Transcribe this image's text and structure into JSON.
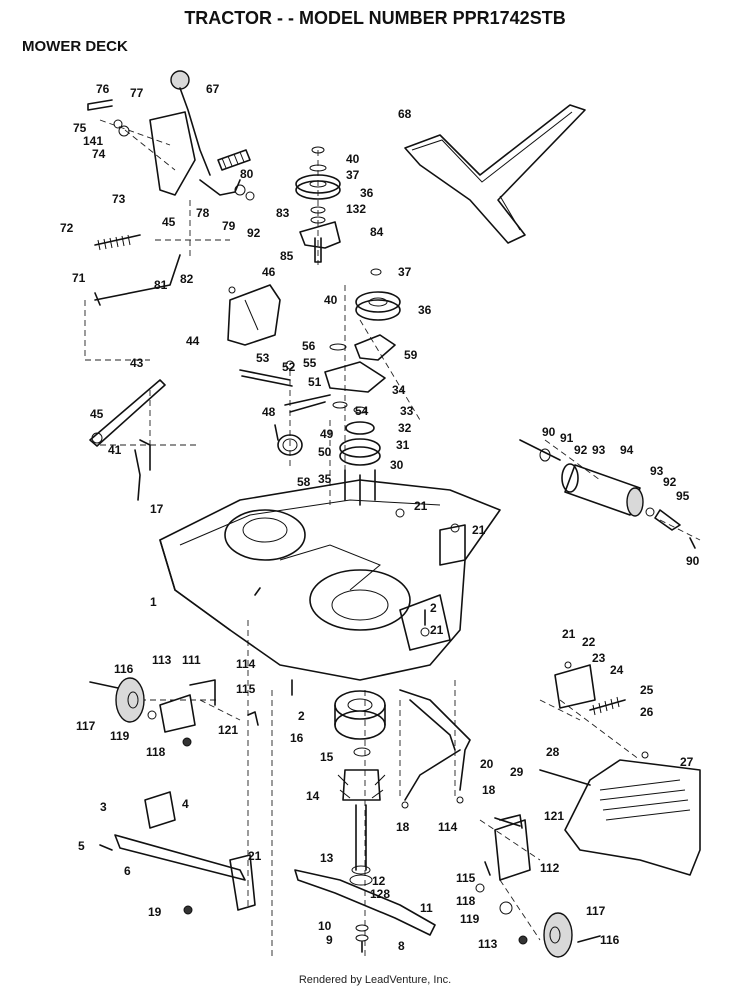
{
  "title": "TRACTOR - - MODEL NUMBER PPR1742STB",
  "subtitle": "MOWER DECK",
  "footer": "Rendered by LeadVenture, Inc.",
  "callouts": [
    "76",
    "77",
    "67",
    "75",
    "141",
    "74",
    "73",
    "80",
    "78",
    "79",
    "92",
    "40",
    "37",
    "36",
    "83",
    "132",
    "84",
    "85",
    "68",
    "72",
    "45",
    "82",
    "81",
    "71",
    "46",
    "37",
    "40",
    "36",
    "56",
    "59",
    "44",
    "55",
    "53",
    "52",
    "34",
    "51",
    "54",
    "33",
    "43",
    "48",
    "49",
    "32",
    "45",
    "50",
    "31",
    "41",
    "58",
    "35",
    "30",
    "90",
    "91",
    "92",
    "93",
    "94",
    "93",
    "92",
    "95",
    "90",
    "21",
    "17",
    "21",
    "1",
    "2",
    "21",
    "21",
    "22",
    "23",
    "24",
    "116",
    "113",
    "111",
    "114",
    "115",
    "117",
    "119",
    "118",
    "121",
    "2",
    "16",
    "25",
    "26",
    "15",
    "20",
    "28",
    "29",
    "27",
    "18",
    "14",
    "3",
    "4",
    "18",
    "114",
    "121",
    "5",
    "21",
    "6",
    "13",
    "12",
    "128",
    "115",
    "112",
    "11",
    "118",
    "19",
    "119",
    "117",
    "10",
    "9",
    "8",
    "113",
    "116"
  ]
}
